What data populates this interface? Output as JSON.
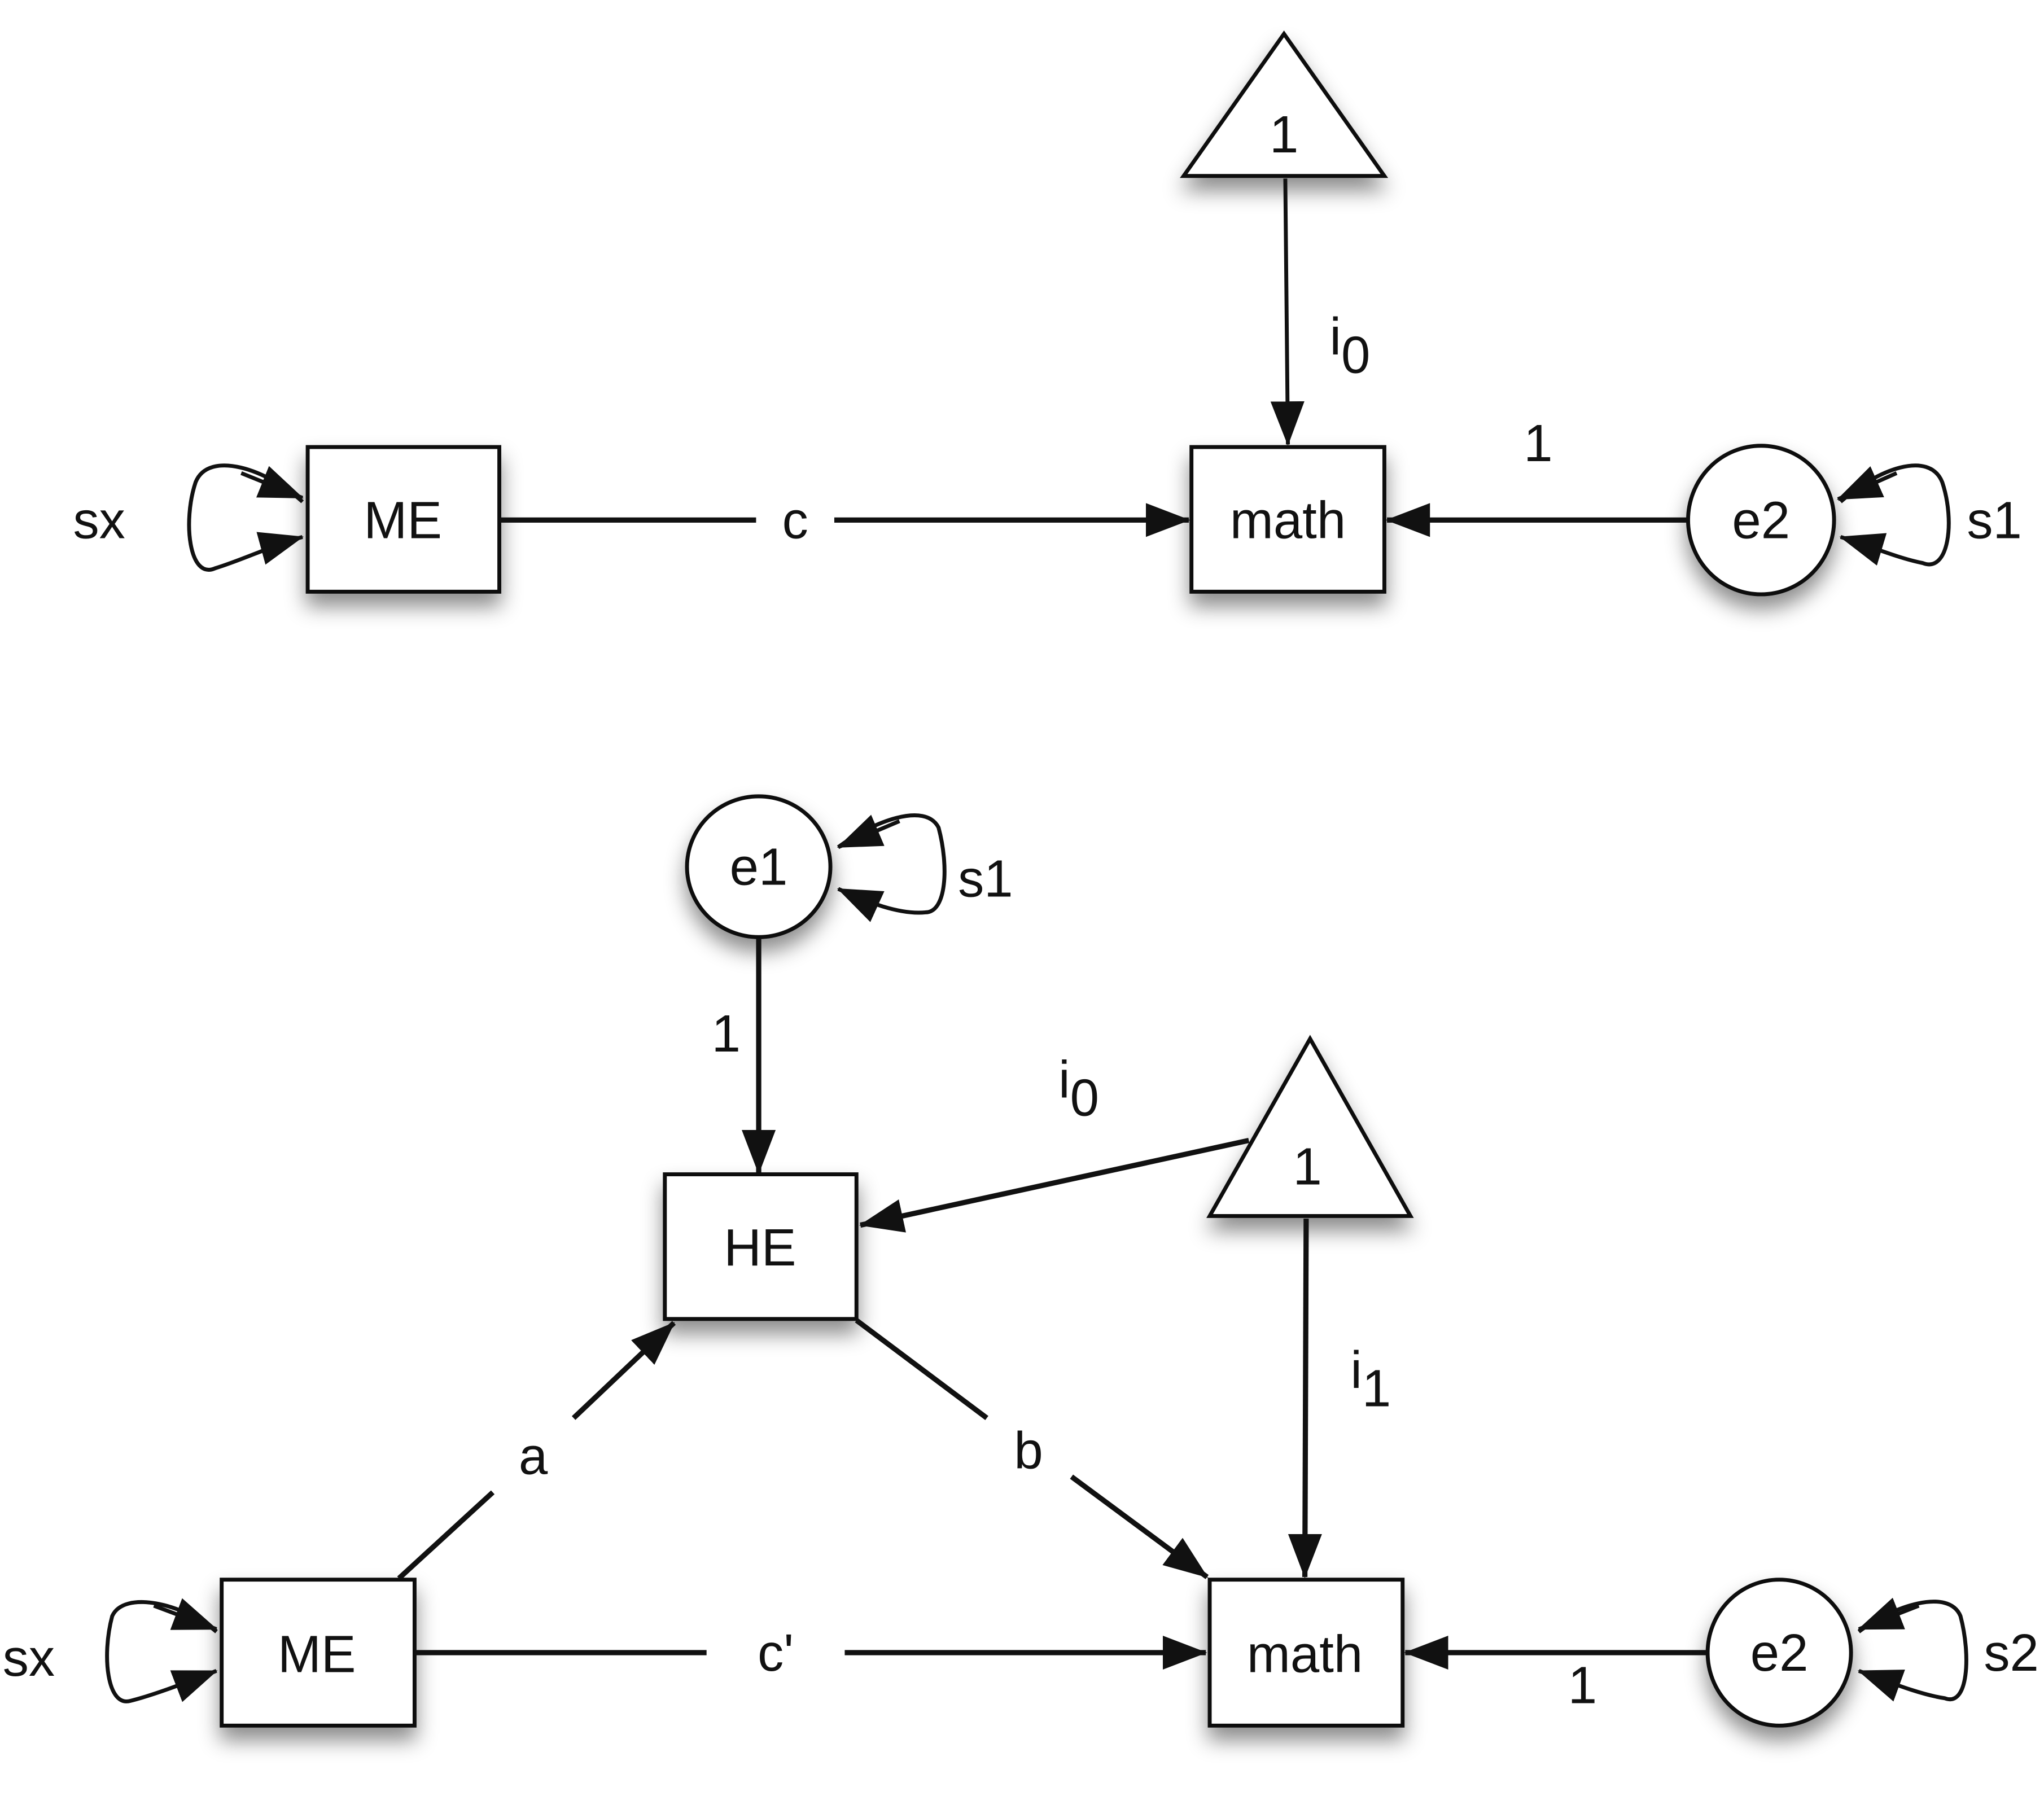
{
  "diagram": {
    "top_model": {
      "nodes": {
        "me": "ME",
        "math": "math",
        "e2": "e2",
        "constant": "1"
      },
      "paths": {
        "c": "c",
        "i0": "i",
        "i0_sub": "0",
        "e2_to_math": "1",
        "sx": "sx",
        "s1": "s1"
      }
    },
    "bottom_model": {
      "nodes": {
        "me": "ME",
        "he": "HE",
        "math": "math",
        "e1": "e1",
        "e2": "e2",
        "constant": "1"
      },
      "paths": {
        "a": "a",
        "b": "b",
        "c_prime": "c'",
        "e1_to_he": "1",
        "e2_to_math": "1",
        "i0": "i",
        "i0_sub": "0",
        "i1": "i",
        "i1_sub": "1",
        "sx": "sx",
        "s1": "s1",
        "s2": "s2"
      }
    }
  }
}
